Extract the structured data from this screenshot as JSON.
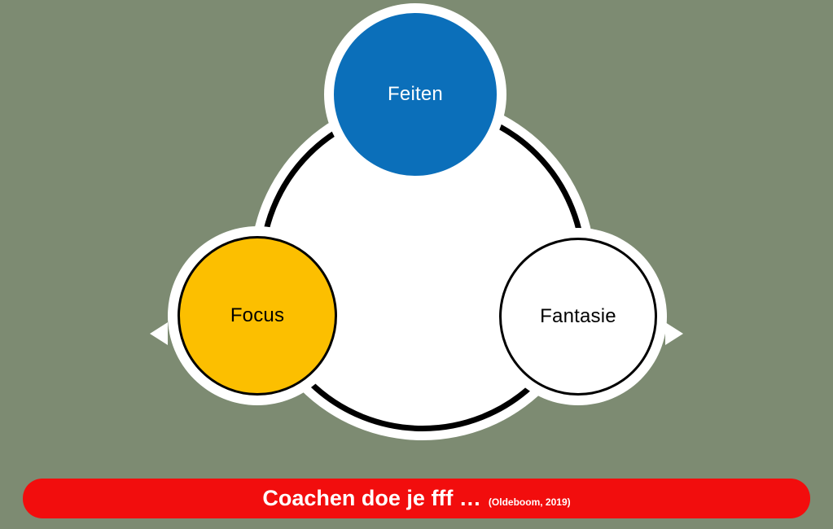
{
  "background_color": "#7d8b72",
  "diagram": {
    "center_circle": {
      "fill": "#ffffff",
      "border_color": "#000000",
      "halo_color": "#ffffff"
    },
    "nodes": [
      {
        "id": "feiten",
        "label": "Feiten",
        "fill": "#0b6fba",
        "text_color": "#ffffff",
        "border_color": "none"
      },
      {
        "id": "focus",
        "label": "Focus",
        "fill": "#fcbf00",
        "text_color": "#000000",
        "border_color": "#000000"
      },
      {
        "id": "fantasie",
        "label": "Fantasie",
        "fill": "#ffffff",
        "text_color": "#000000",
        "border_color": "#000000"
      }
    ]
  },
  "banner": {
    "title": "Coachen doe je fff …",
    "citation": "(Oldeboom, 2019)",
    "background": "#f20d0d",
    "text_color": "#ffffff"
  }
}
